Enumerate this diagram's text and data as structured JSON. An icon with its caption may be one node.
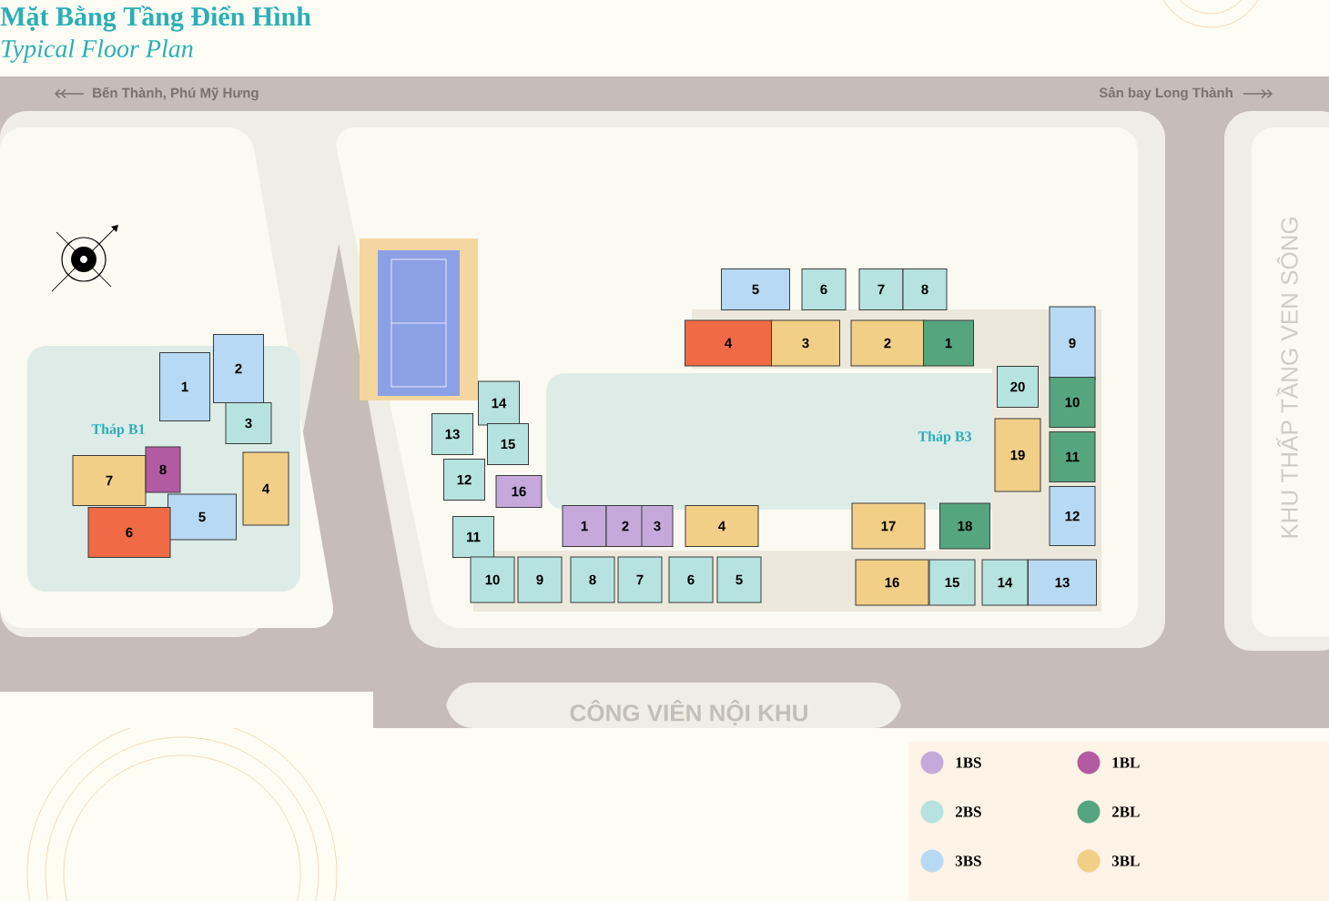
{
  "diagram": {
    "title": "Mặt Bằng Tầng Điển Hình",
    "caption": "Typical Floor Plan",
    "nodes": [
      {
        "text": [
          "1"
        ]
      },
      {
        "text": [
          "2"
        ]
      },
      {
        "text": [
          "3"
        ]
      },
      {
        "text": [
          "4"
        ]
      },
      {
        "text": [
          "5"
        ]
      },
      {
        "text": [
          "6"
        ]
      },
      {
        "text": [
          "7"
        ]
      },
      {
        "text": [
          "8"
        ]
      },
      {
        "text": [
          "13"
        ]
      },
      {
        "text": [
          "14"
        ]
      },
      {
        "text": [
          "15"
        ]
      },
      {
        "text": [
          "16"
        ]
      },
      {
        "text": [
          "12"
        ]
      },
      {
        "text": [
          "11"
        ]
      },
      {
        "text": [
          "1"
        ]
      },
      {
        "text": [
          "2"
        ]
      },
      {
        "text": [
          "3"
        ]
      },
      {
        "text": [
          "4"
        ]
      },
      {
        "text": [
          "10"
        ]
      },
      {
        "text": [
          "9"
        ]
      },
      {
        "text": [
          "8"
        ]
      },
      {
        "text": [
          "7"
        ]
      },
      {
        "text": [
          "6"
        ]
      },
      {
        "text": [
          "5"
        ]
      },
      {
        "text": [
          "5"
        ]
      },
      {
        "text": [
          "6"
        ]
      },
      {
        "text": [
          "7"
        ]
      },
      {
        "text": [
          "8"
        ]
      },
      {
        "text": [
          "4"
        ]
      },
      {
        "text": [
          "3"
        ]
      },
      {
        "text": [
          "2"
        ]
      },
      {
        "text": [
          "1"
        ]
      },
      {
        "text": [
          "9"
        ]
      },
      {
        "text": [
          "20"
        ]
      },
      {
        "text": [
          "10"
        ]
      },
      {
        "text": [
          "19"
        ]
      },
      {
        "text": [
          "11"
        ]
      },
      {
        "text": [
          "17"
        ]
      },
      {
        "text": [
          "18"
        ]
      },
      {
        "text": [
          "12"
        ]
      },
      {
        "text": [
          "16"
        ]
      },
      {
        "text": [
          "15"
        ]
      },
      {
        "text": [
          "14"
        ]
      },
      {
        "text": [
          "13"
        ]
      }
    ],
    "labels": [
      "Bến Thành, Phú Mỹ Hưng",
      "Sân bay Long Thành",
      "Tháp B1",
      "Tháp B3",
      "KHU THẤP TẦNG VEN SÔNG",
      "CÔNG VIÊN NỘI KHU"
    ],
    "legend": [
      {
        "text": "1BS",
        "color": "#c5a9db"
      },
      {
        "text": "1BL",
        "color": "#b35ba2"
      },
      {
        "text": "2BS",
        "color": "#b6e3df"
      },
      {
        "text": "2BL",
        "color": "#55a57f"
      },
      {
        "text": "3BS",
        "color": "#b8d9f3"
      },
      {
        "text": "3BL",
        "color": "#f2cf87"
      }
    ]
  }
}
